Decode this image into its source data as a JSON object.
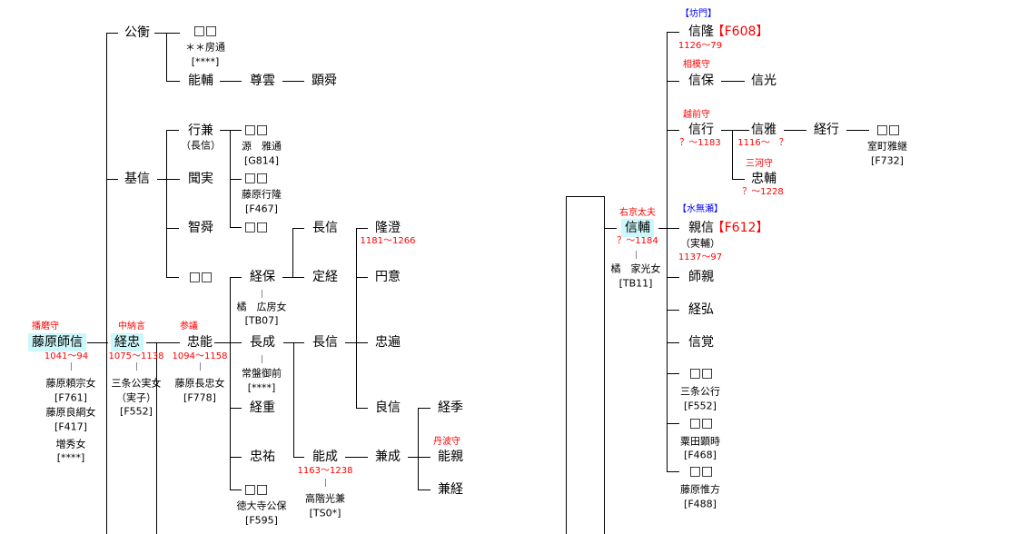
{
  "left": {
    "kohira": "公衡",
    "kohira_child1": "□□",
    "kohira_child1_spouse": "＊＊房通",
    "kohira_child1_ref": "[****]",
    "yoshisuke": "能輔",
    "sonun": "尊雲",
    "kenshun": "顕舜",
    "motonobu": "基信",
    "yukikane": "行兼",
    "yukikane_alt": "（長信）",
    "yk_child1": "□□",
    "yk_child1_spouse": "源　雅通",
    "yk_child1_ref": "[G814]",
    "bunjitsu": "聞実",
    "yk_child2": "□□",
    "yk_child2_spouse": "藤原行隆",
    "yk_child2_ref": "[F467]",
    "chishun": "智舜",
    "yk_child3": "□□",
    "mn_child4": "□□",
    "naganobu1": "長信",
    "ryucho": "隆澄",
    "ryucho_years": "1181〜1266",
    "tsuneyasu": "経保",
    "tsuneyasu_spouse": "橘　広房女",
    "tsuneyasu_ref": "[TB07]",
    "sadatsune": "定経",
    "eni": "円意",
    "moronobu_title": "播磨守",
    "moronobu": "藤原師信",
    "moronobu_years": "1041〜94",
    "moronobu_spouses": [
      "藤原頼宗女",
      "[F761]",
      "藤原良綱女",
      "[F417]",
      "増秀女",
      "[****]"
    ],
    "tsunetada_title": "中納言",
    "tsunetada": "経忠",
    "tsunetada_years": "1075〜1138",
    "tsunetada_spouse": "三条公実女",
    "tsunetada_spouse_note": "（実子）",
    "tsunetada_ref": "[F552]",
    "tadayoshi_title": "参議",
    "tadayoshi": "忠能",
    "tadayoshi_years": "1094〜1158",
    "tadayoshi_spouse": "藤原長忠女",
    "tadayoshi_ref": "[F778]",
    "naganari": "長成",
    "naganari_spouse": "常盤御前",
    "naganari_ref": "[****]",
    "naganobu2": "長信",
    "chuhen": "忠遍",
    "tsuneshige": "経重",
    "ryoshin": "良信",
    "tsunesue": "経季",
    "tadasuke": "忠祐",
    "yoshinari": "能成",
    "yoshinari_years": "1163〜1238",
    "yoshinari_spouse": "高階光兼",
    "yoshinari_ref": "[TS0*]",
    "kanenari": "兼成",
    "yoshichika_title": "丹波守",
    "yoshichika": "能親",
    "kanetsune": "兼経",
    "ty_child": "□□",
    "ty_child_spouse": "徳大寺公保",
    "ty_child_ref": "[F595]"
  },
  "right": {
    "bomon": "【坊門】",
    "nobutaka": "信隆",
    "nobutaka_ref": "【F608】",
    "nobutaka_years": "1126〜79",
    "nobuyasu_title": "相模守",
    "nobuyasu": "信保",
    "nobumitsu": "信光",
    "nobuyuki_title": "越前守",
    "nobuyuki": "信行",
    "nobuyuki_years": "？〜1183",
    "nobumasa": "信雅",
    "nobumasa_years": "1116〜　？",
    "tsuneyuki": "経行",
    "ty_child": "□□",
    "ty_child_spouse": "室町雅継",
    "ty_child_ref": "[F732]",
    "tadasuke_title": "三河守",
    "tadasuke": "忠輔",
    "tadasuke_years": "？〜1228",
    "nobusuke_title": "右京太夫",
    "nobusuke": "信輔",
    "nobusuke_years": "？〜1184",
    "nobusuke_spouse": "橘　家光女",
    "nobusuke_ref": "[TB11]",
    "minase": "【水無瀬】",
    "chikanobu": "親信",
    "chikanobu_ref": "【F612】",
    "chikanobu_alt": "（実輔）",
    "chikanobu_years": "1137〜97",
    "morochika": "師親",
    "tsunehiro": "経弘",
    "shinkaku": "信覚",
    "d1": "□□",
    "d1_spouse": "三条公行",
    "d1_ref": "[F552]",
    "d2": "□□",
    "d2_spouse": "粟田顕時",
    "d2_ref": "[F468]",
    "d3": "□□",
    "d3_spouse": "藤原惟方",
    "d3_ref": "[F488]"
  },
  "colors": {
    "highlight": "#ccf7fb",
    "title": "#ff0000",
    "house": "#0000ff"
  }
}
